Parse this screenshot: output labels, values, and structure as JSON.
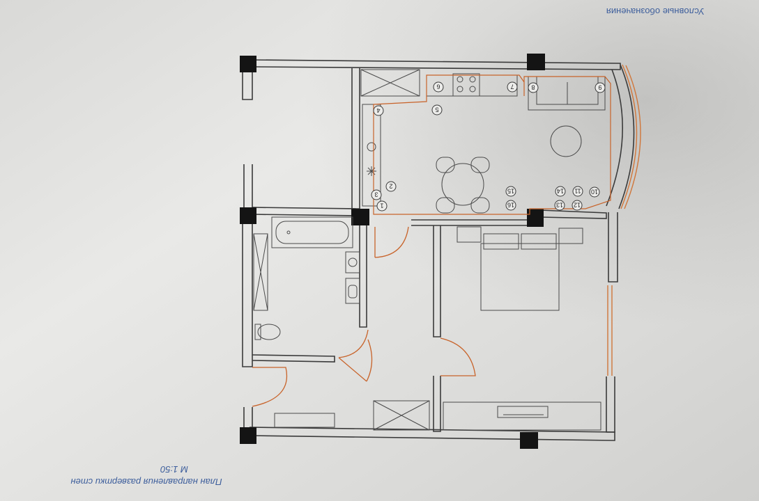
{
  "header_legend": "Условные обозначения",
  "footer": {
    "line1": "План направления развертки стен",
    "line2": "М 1:50"
  },
  "markers": [
    {
      "label": "1"
    },
    {
      "label": "2"
    },
    {
      "label": "3"
    },
    {
      "label": "4"
    },
    {
      "label": "5"
    },
    {
      "label": "6"
    },
    {
      "label": "7"
    },
    {
      "label": "8"
    },
    {
      "label": "9"
    },
    {
      "label": "10"
    },
    {
      "label": "11"
    },
    {
      "label": "12"
    },
    {
      "label": "13"
    },
    {
      "label": "14"
    },
    {
      "label": "15"
    },
    {
      "label": "16"
    }
  ],
  "colors": {
    "wall": "#3a3a3a",
    "column": "#141414",
    "accent": "#c8632a",
    "paper": "#ececea",
    "text": "#2a4a8a"
  }
}
